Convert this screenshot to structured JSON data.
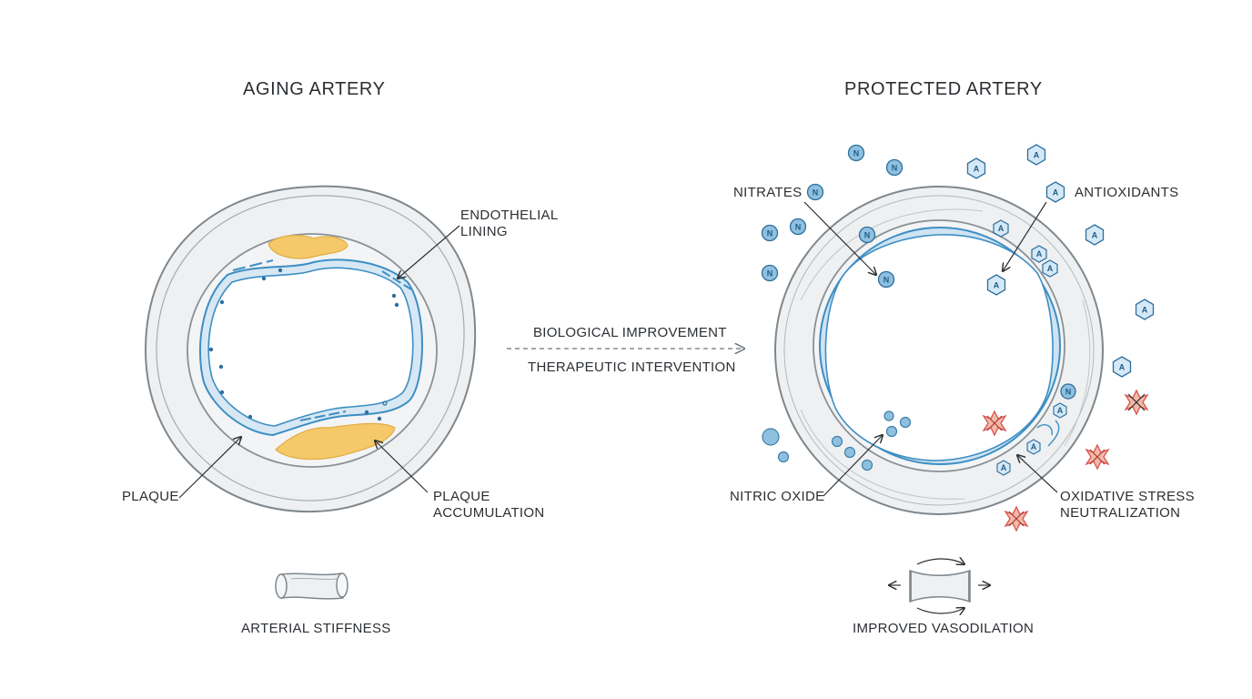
{
  "left_panel": {
    "title": "AGING ARTERY",
    "labels": {
      "endothelial_lining": [
        "ENDOTHELIAL",
        "LINING"
      ],
      "plaque": "PLAQUE",
      "plaque_accumulation": [
        "PLAQUE",
        "ACCUMULATION"
      ],
      "arterial_stiffness": "ARTERIAL STIFFNESS"
    }
  },
  "center": {
    "top_label": "BIOLOGICAL IMPROVEMENT",
    "bottom_label": "THERAPEUTIC INTERVENTION"
  },
  "right_panel": {
    "title": "PROTECTED ARTERY",
    "labels": {
      "nitrates": "NITRATES",
      "antioxidants": "ANTIOXIDANTS",
      "nitric_oxide": "NITRIC OXIDE",
      "oxidative_stress": [
        "OXIDATIVE STRESS",
        "NEUTRALIZATION"
      ],
      "improved_vasodilation": "IMPROVED VASODILATION"
    }
  },
  "molecule_letters": {
    "nitrate": "N",
    "antioxidant": "A"
  },
  "colors": {
    "outline": "#8a9196",
    "wall_fill": "#eef0f1",
    "endothelium": "#3d8ec4",
    "endothelium_fill": "#cfe3f2",
    "plaque": "#f5c969",
    "molecule_fill": "#8fc0e0",
    "stress": "#d9534f"
  }
}
